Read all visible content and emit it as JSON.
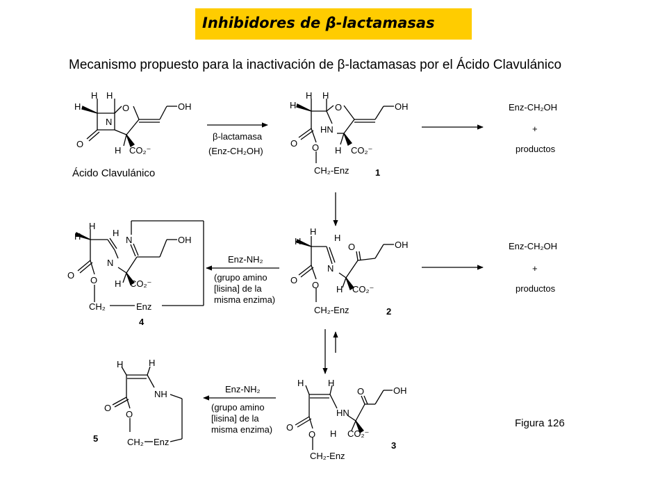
{
  "slide_title": "Inhibidores de β-lactamasas",
  "heading": "Mecanismo propuesto para la inactivación de β-lactamasas por el Ácido Clavulánico",
  "figure_label": "Figura 126",
  "compound0_name": "Ácido Clavulánico",
  "compound_labels": [
    "1",
    "2",
    "3",
    "4",
    "5"
  ],
  "reagents": {
    "step1_line1": "β-lactamasa",
    "step1_line2": "(Enz-CH₂OH)",
    "amine_reagent": "Enz-NH₂",
    "amine_note_lines": [
      "(grupo amino",
      "[lisina] de la",
      "misma enzima)"
    ]
  },
  "products": {
    "line1": "Enz-CH₂OH",
    "line2": "+",
    "line3": "productos"
  },
  "atoms": {
    "H": "H",
    "O": "O",
    "N": "N",
    "NH": "NH",
    "HN": "HN",
    "OH": "OH",
    "CO2": "CO₂⁻",
    "CH2_Enz": "CH₂-Enz",
    "CH2": "CH₂",
    "Enz": "Enz"
  }
}
